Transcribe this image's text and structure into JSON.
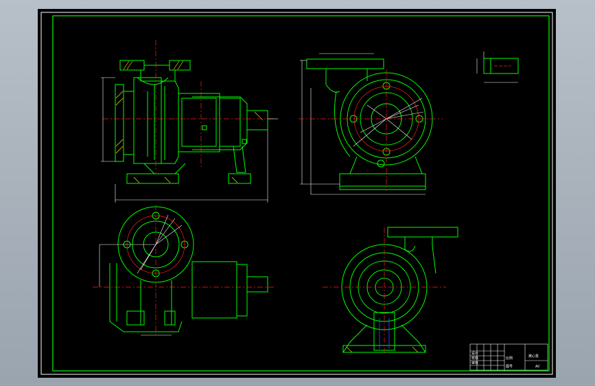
{
  "drawing": {
    "title_block": {
      "name_cell": "离心泵",
      "scale_cell": "A0",
      "small_cells": [
        "设计",
        "校核",
        "审核",
        "比例",
        "图号"
      ]
    },
    "colors": {
      "background": "#000000",
      "outline": "#00ff00",
      "centerline": "#ff2020",
      "dimension": "#ffffff",
      "hidden": "#2040ff",
      "accent": "#ffff00"
    }
  }
}
